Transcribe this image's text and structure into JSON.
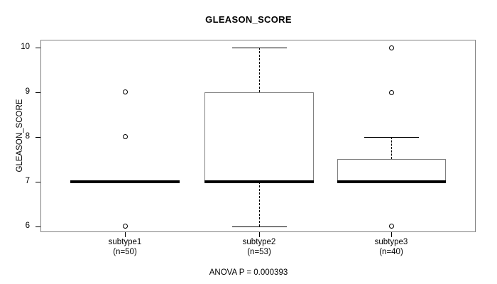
{
  "chart_data": {
    "type": "box",
    "title": "GLEASON_SCORE",
    "xlabel": "",
    "ylabel": "GLEASON_SCORE",
    "caption": "ANOVA P = 0.000393",
    "ylim": [
      5.75,
      10.2
    ],
    "yticks": [
      6,
      7,
      8,
      9,
      10
    ],
    "ytick_labels": [
      "6",
      "7",
      "8",
      "9",
      "10"
    ],
    "grid": false,
    "legend": null,
    "categories": [
      "subtype1",
      "subtype2",
      "subtype3"
    ],
    "group_counts": [
      "(n=50)",
      "(n=53)",
      "(n=40)"
    ],
    "boxes": [
      {
        "name": "subtype1",
        "n": 50,
        "whisker_low": 7,
        "q1": 7,
        "median": 7,
        "q3": 7,
        "whisker_high": 7,
        "outliers": [
          9,
          8,
          6
        ]
      },
      {
        "name": "subtype2",
        "n": 53,
        "whisker_low": 6,
        "q1": 7,
        "median": 7,
        "q3": 9,
        "whisker_high": 10,
        "outliers": []
      },
      {
        "name": "subtype3",
        "n": 40,
        "whisker_low": 7,
        "q1": 7,
        "median": 7,
        "q3": 7.5,
        "whisker_high": 8,
        "outliers": [
          10,
          9,
          6
        ]
      }
    ],
    "stats": {
      "test": "ANOVA",
      "p_value": "0.000393"
    },
    "colors": {
      "box_border": "#808080",
      "median": "#000000",
      "whisker": "#000000",
      "outlier": "#000000",
      "frame": "#808080",
      "axis": "#000000",
      "background": "#ffffff"
    }
  }
}
